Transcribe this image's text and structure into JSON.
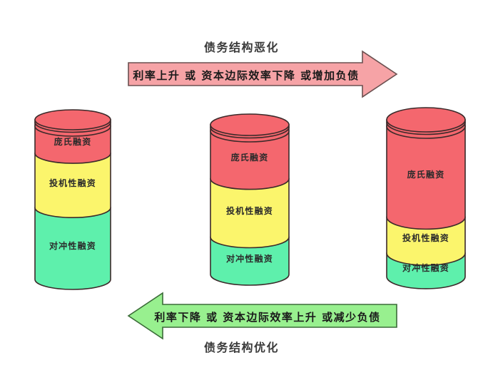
{
  "diagram": {
    "type": "minsky-financing-structure",
    "background": "#ffffff",
    "palette": {
      "ponzi": "#f4676e",
      "speculative": "#fbf56c",
      "hedge": "#5ef0ac",
      "outline": "#3b2a2a",
      "arrow_top_fill": "#f6a3a6",
      "arrow_top_stroke": "#6b5050",
      "arrow_bottom_fill": "#98f08f",
      "arrow_bottom_stroke": "#3b6b38",
      "title_text": "#3a3a3a",
      "segment_text": "#2b2b2b"
    },
    "segments": {
      "ponzi_label": "庞氏融资",
      "speculative_label": "投机性融资",
      "hedge_label": "对冲性融资"
    },
    "top_flow": {
      "title": "债务结构恶化",
      "banner": "利率上升 或 资本边际效率下降 或增加负债",
      "direction": "right"
    },
    "bottom_flow": {
      "title": "债务结构优化",
      "banner": "利率下降 或 资本边际效率上升 或减少负债",
      "direction": "left"
    },
    "cylinders": [
      {
        "name": "stage-1",
        "stack": [
          {
            "key": "ponzi",
            "share_pct": 21
          },
          {
            "key": "speculative",
            "share_pct": 34
          },
          {
            "key": "hedge",
            "share_pct": 45
          }
        ]
      },
      {
        "name": "stage-2",
        "stack": [
          {
            "key": "ponzi",
            "share_pct": 36
          },
          {
            "key": "speculative",
            "share_pct": 39
          },
          {
            "key": "hedge",
            "share_pct": 25
          }
        ]
      },
      {
        "name": "stage-3",
        "stack": [
          {
            "key": "ponzi",
            "share_pct": 62
          },
          {
            "key": "speculative",
            "share_pct": 23
          },
          {
            "key": "hedge",
            "share_pct": 15
          }
        ]
      }
    ]
  }
}
